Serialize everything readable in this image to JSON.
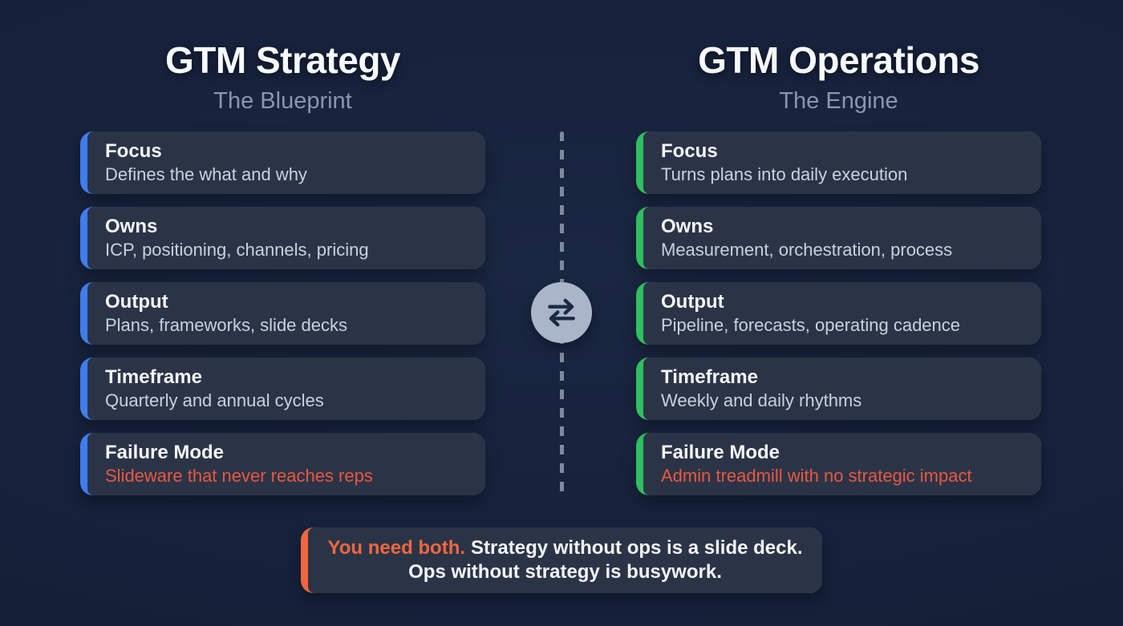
{
  "left_panel": {
    "title": "GTM Strategy",
    "subtitle": "The Blueprint",
    "accent_color": "#3f7df0",
    "cards": [
      {
        "label": "Focus",
        "description": "Defines the what and why"
      },
      {
        "label": "Owns",
        "description": "ICP, positioning, channels, pricing"
      },
      {
        "label": "Output",
        "description": "Plans, frameworks, slide decks"
      },
      {
        "label": "Timeframe",
        "description": "Quarterly and annual cycles"
      },
      {
        "label": "Failure Mode",
        "description": "Slideware that never reaches reps",
        "failure": true
      }
    ]
  },
  "right_panel": {
    "title": "GTM Operations",
    "subtitle": "The Engine",
    "accent_color": "#2fbf5f",
    "cards": [
      {
        "label": "Focus",
        "description": "Turns plans into daily execution"
      },
      {
        "label": "Owns",
        "description": "Measurement, orchestration, process"
      },
      {
        "label": "Output",
        "description": "Pipeline, forecasts, operating cadence"
      },
      {
        "label": "Timeframe",
        "description": "Weekly and daily rhythms"
      },
      {
        "label": "Failure Mode",
        "description": "Admin treadmill with no strategic impact",
        "failure": true
      }
    ]
  },
  "divider": {
    "icon": "swap-arrows-icon"
  },
  "callout": {
    "lead": "You need both.",
    "line1": "Strategy without ops is a slide deck.",
    "line2": "Ops without strategy is busywork.",
    "accent_color": "#f2663f"
  },
  "colors": {
    "background": "#16213b",
    "card_background": "#2b3447",
    "strategy_accent": "#3f7df0",
    "operations_accent": "#2fbf5f",
    "failure_text": "#e95740",
    "title_text": "#f7f9fc",
    "subtitle_text": "#8b96ab",
    "divider_dash": "#8a94a7",
    "swap_circle_fill": "#a9b5c8",
    "swap_arrow": "#1d2a44"
  }
}
